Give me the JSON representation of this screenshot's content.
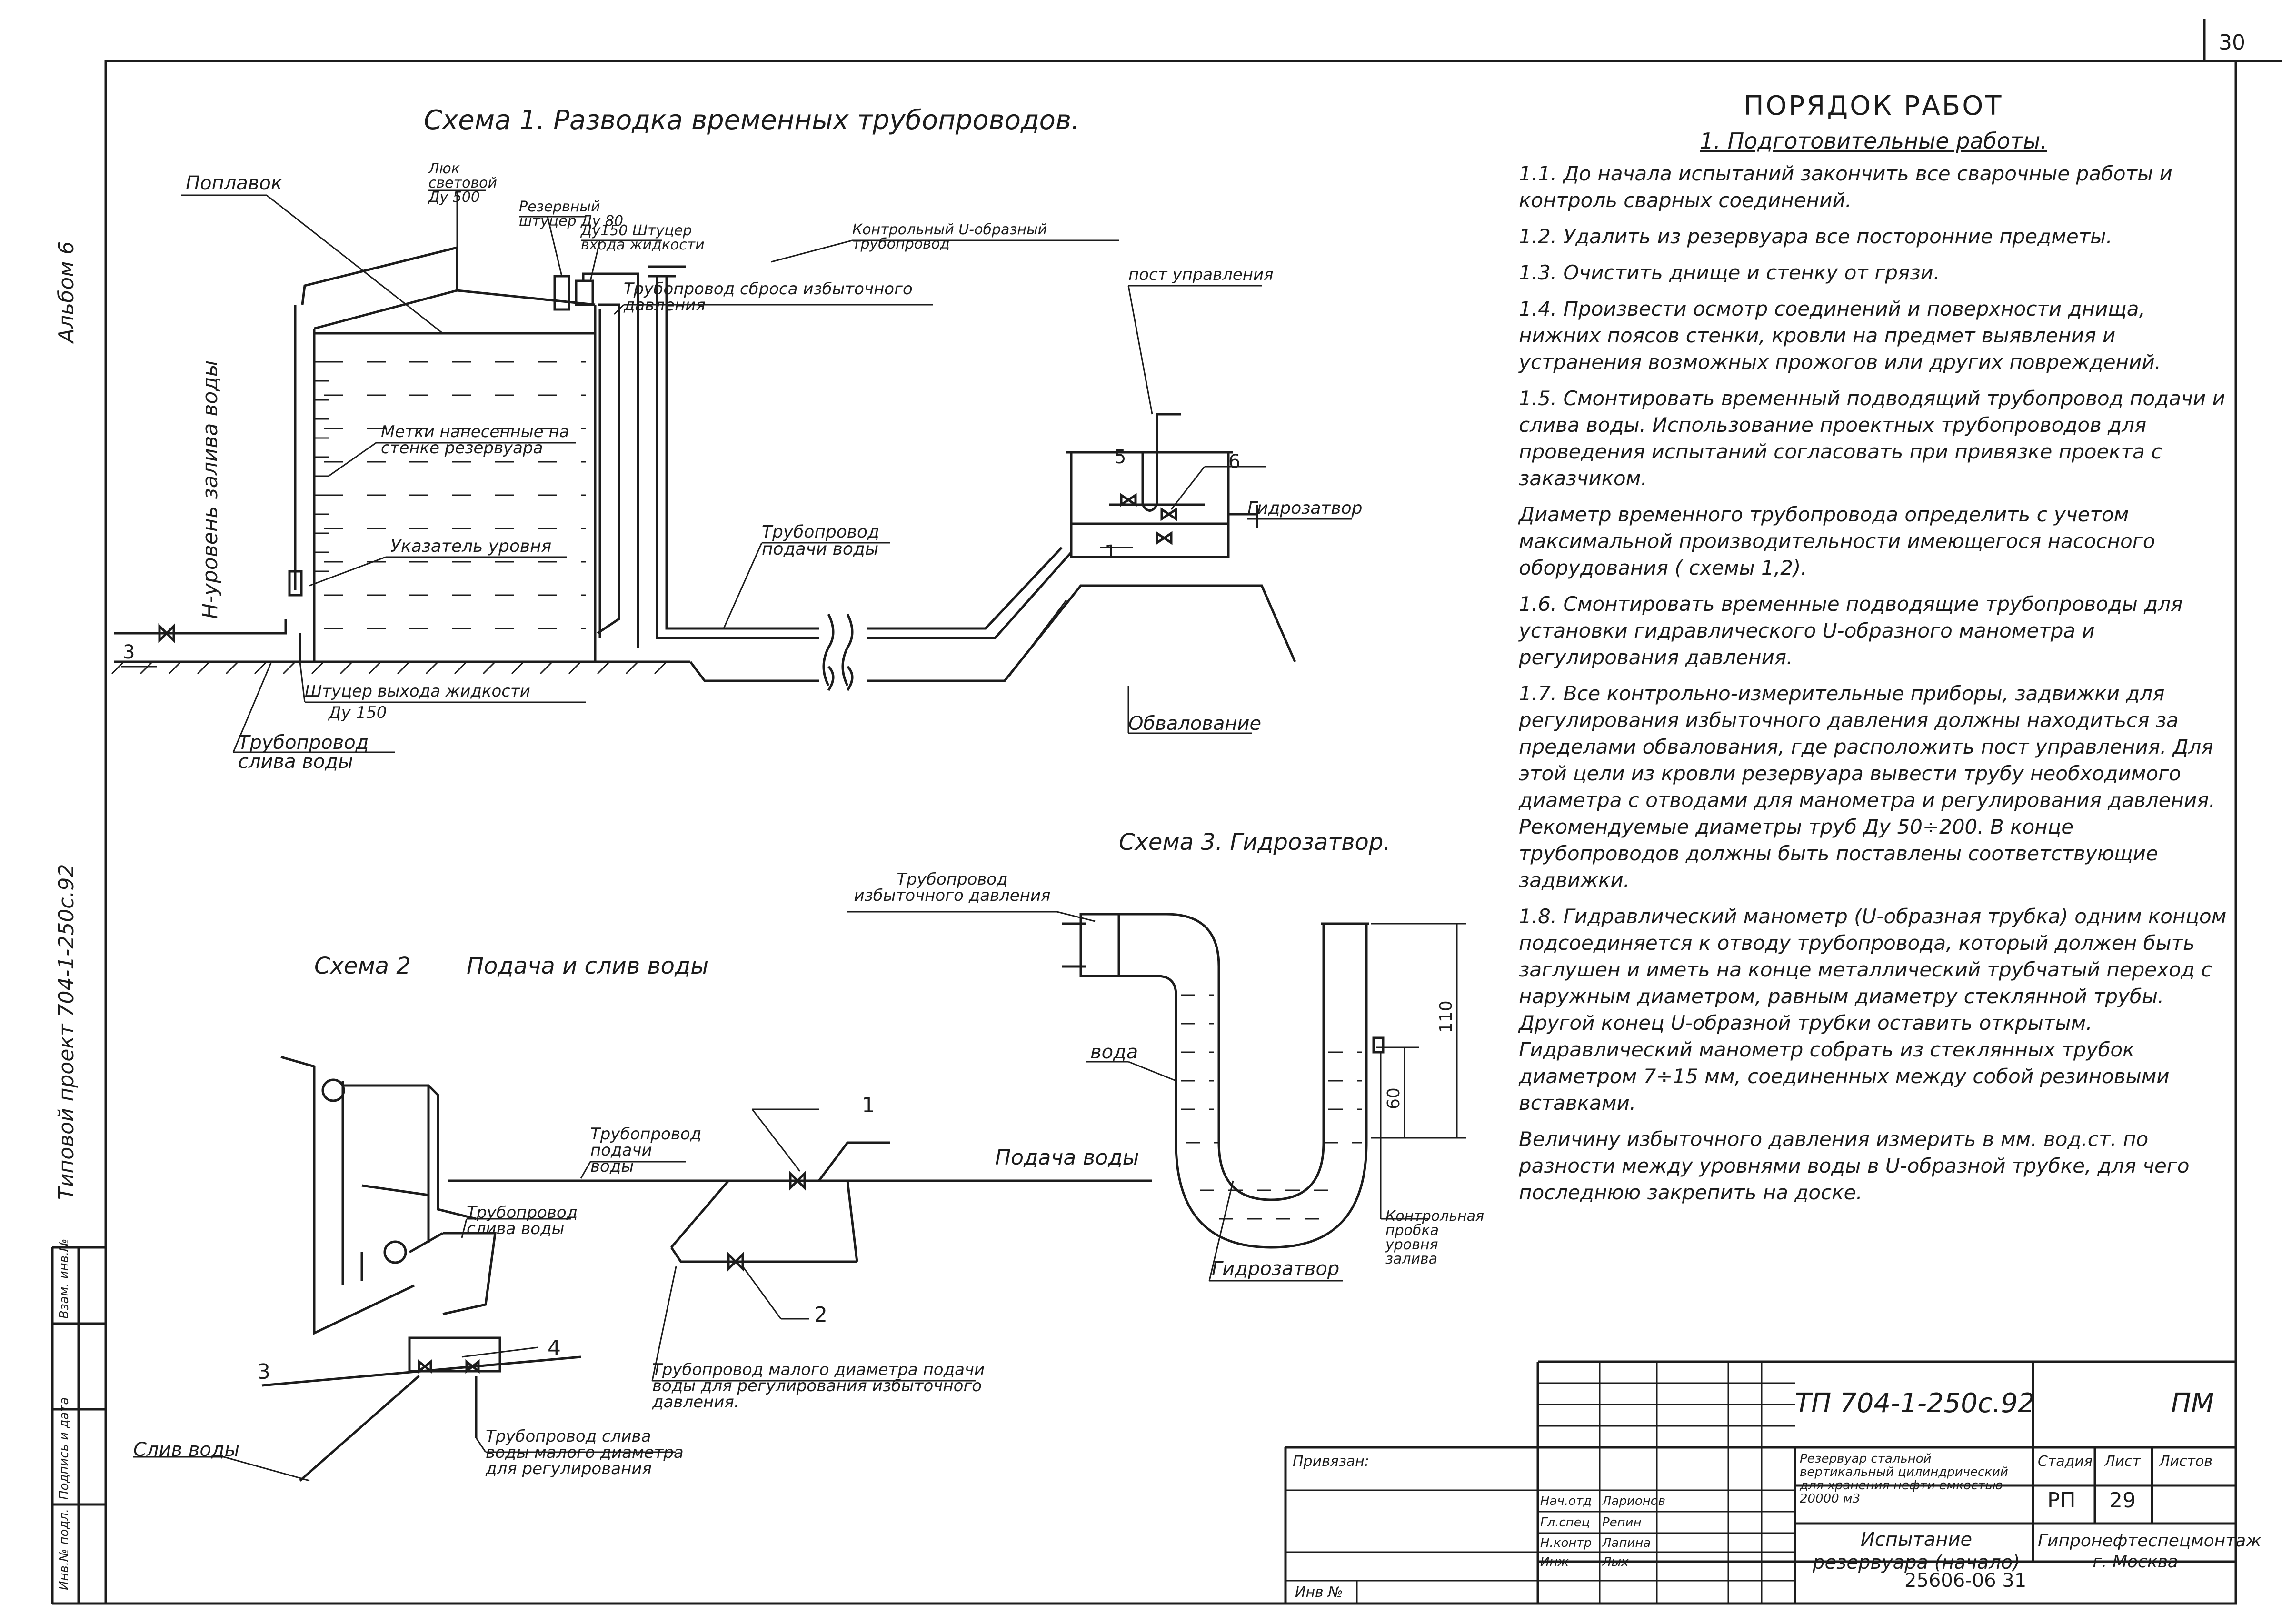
{
  "page_number": "30",
  "side_labels": {
    "album": "Альбом 6",
    "project": "Типовой проект 704-1-250с.92"
  },
  "scheme1": {
    "title": "Схема 1. Разводка временных трубопроводов.",
    "labels": {
      "float": "Поплавок",
      "hatch": "Люк световой Ду 500",
      "reserve_fitting": "Резервный штуцер Ду 80",
      "inlet_fitting": "Ду150 Штуцер входа жидкости",
      "control_pipe": "Контрольный U-образный трубопровод",
      "overpressure_pipe": "Трубопровод сброса избыточного давления",
      "control_post": "пост управления",
      "level_marks": "Метки нанесенные на стенке резервуара",
      "level_indicator": "Указатель уровня",
      "fill_level": "H-уровень залива воды",
      "supply_pipe": "Трубопровод подачи воды",
      "water_seal": "Гидрозатвор",
      "embankment": "Обвалование",
      "outlet_fitting": "Штуцер выхода жидкости",
      "outlet_dn": "Ду 150",
      "drain_pipe": "Трубопровод слива воды",
      "n1": "1",
      "n3": "3",
      "n5": "5",
      "n6": "6"
    }
  },
  "scheme2": {
    "title": "Схема 2",
    "subtitle": "Подача и слив воды",
    "labels": {
      "supply_pipe": "Трубопровод подачи воды",
      "drain_pipe": "Трубопровод слива воды",
      "water_supply": "Подача воды",
      "small_pipe": "Трубопровод малого диаметра подачи воды для регулирования избыточного давления.",
      "drain_small": "Трубопровод слива воды малого диаметра для регулирования",
      "drain_water": "Слив воды",
      "n1": "1",
      "n2": "2",
      "n3": "3",
      "n4": "4"
    }
  },
  "scheme3": {
    "title": "Схема 3. Гидрозатвор.",
    "labels": {
      "overpressure_pipe": "Трубопровод избыточного давления",
      "water": "вода",
      "water_seal": "Гидрозатвор",
      "control_plug": "Контрольная пробка уровня залива",
      "dim_110": "110",
      "dim_60": "60"
    }
  },
  "work_order": {
    "heading": "ПОРЯДОК РАБОТ",
    "section1": "1. Подготовительные работы.",
    "paragraphs": [
      "1.1. До начала испытаний закончить все сварочные работы и контроль сварных соединений.",
      "1.2. Удалить из резервуара все посторонние предметы.",
      "1.3. Очистить днище и стенку от грязи.",
      "1.4. Произвести осмотр соединений и поверхности днища, нижних поясов стенки, кровли на предмет выявления и устранения возможных прожогов или других повреждений.",
      "1.5. Смонтировать временный подводящий трубопровод подачи и слива воды. Использование проектных трубопроводов для проведения испытаний согласовать при привязке проекта с заказчиком.",
      "Диаметр временного трубопровода определить с учетом максимальной производительности имеющегося насосного оборудования ( схемы 1,2).",
      "1.6. Смонтировать временные подводящие трубопроводы для установки гидравлического U-образного манометра и регулирования давления.",
      "1.7. Все контрольно-измерительные приборы, задвижки для регулирования избыточного давления должны находиться за пределами обвалования, где расположить пост управления. Для этой цели из кровли резервуара вывести трубу необходимого диаметра с отводами для манометра и регулирования давления. Рекомендуемые диаметры труб Ду 50÷200. В конце трубопроводов должны быть поставлены соответствующие задвижки.",
      "1.8. Гидравлический манометр (U-образная трубка) одним концом подсоединяется к отводу трубопровода, который должен быть заглушен и иметь на конце металлический трубчатый переход с наружным диаметром, равным диаметру стеклянной трубы. Другой конец U-образной трубки оставить открытым. Гидравлический манометр собрать из стеклянных трубок диаметром 7÷15 мм, соединенных между собой резиновыми вставками.",
      "Величину избыточного давления измерить в мм. вод.ст. по разности между уровнями воды в U-образной трубке, для чего последнюю закрепить на доске."
    ]
  },
  "title_block": {
    "code": "ТП 704-1-250с.92",
    "mark": "ПМ",
    "approved": "Привязан:",
    "inv": "Инв №",
    "description": "Резервуар стальной вертикальный цилиндрический для хранения нефти емкостью 20000 м3",
    "stage_label": "Стадия",
    "sheet_label": "Лист",
    "sheets_label": "Листов",
    "stage": "РП",
    "sheet": "29",
    "sheet_title": "Испытание резервуара (начало)",
    "org": "Гипронефтеспецмонтаж г. Москва",
    "roles": [
      "Нач.отд",
      "Гл.спец",
      "Н.контр",
      "Инж"
    ],
    "names": [
      "Ларионов",
      "Репин",
      "Лапина",
      "Лых"
    ],
    "footer_number": "25606-06 31"
  },
  "left_stamp": [
    "Инв.№ подл.",
    "Подпись и дата",
    "Взам. инв.№"
  ]
}
